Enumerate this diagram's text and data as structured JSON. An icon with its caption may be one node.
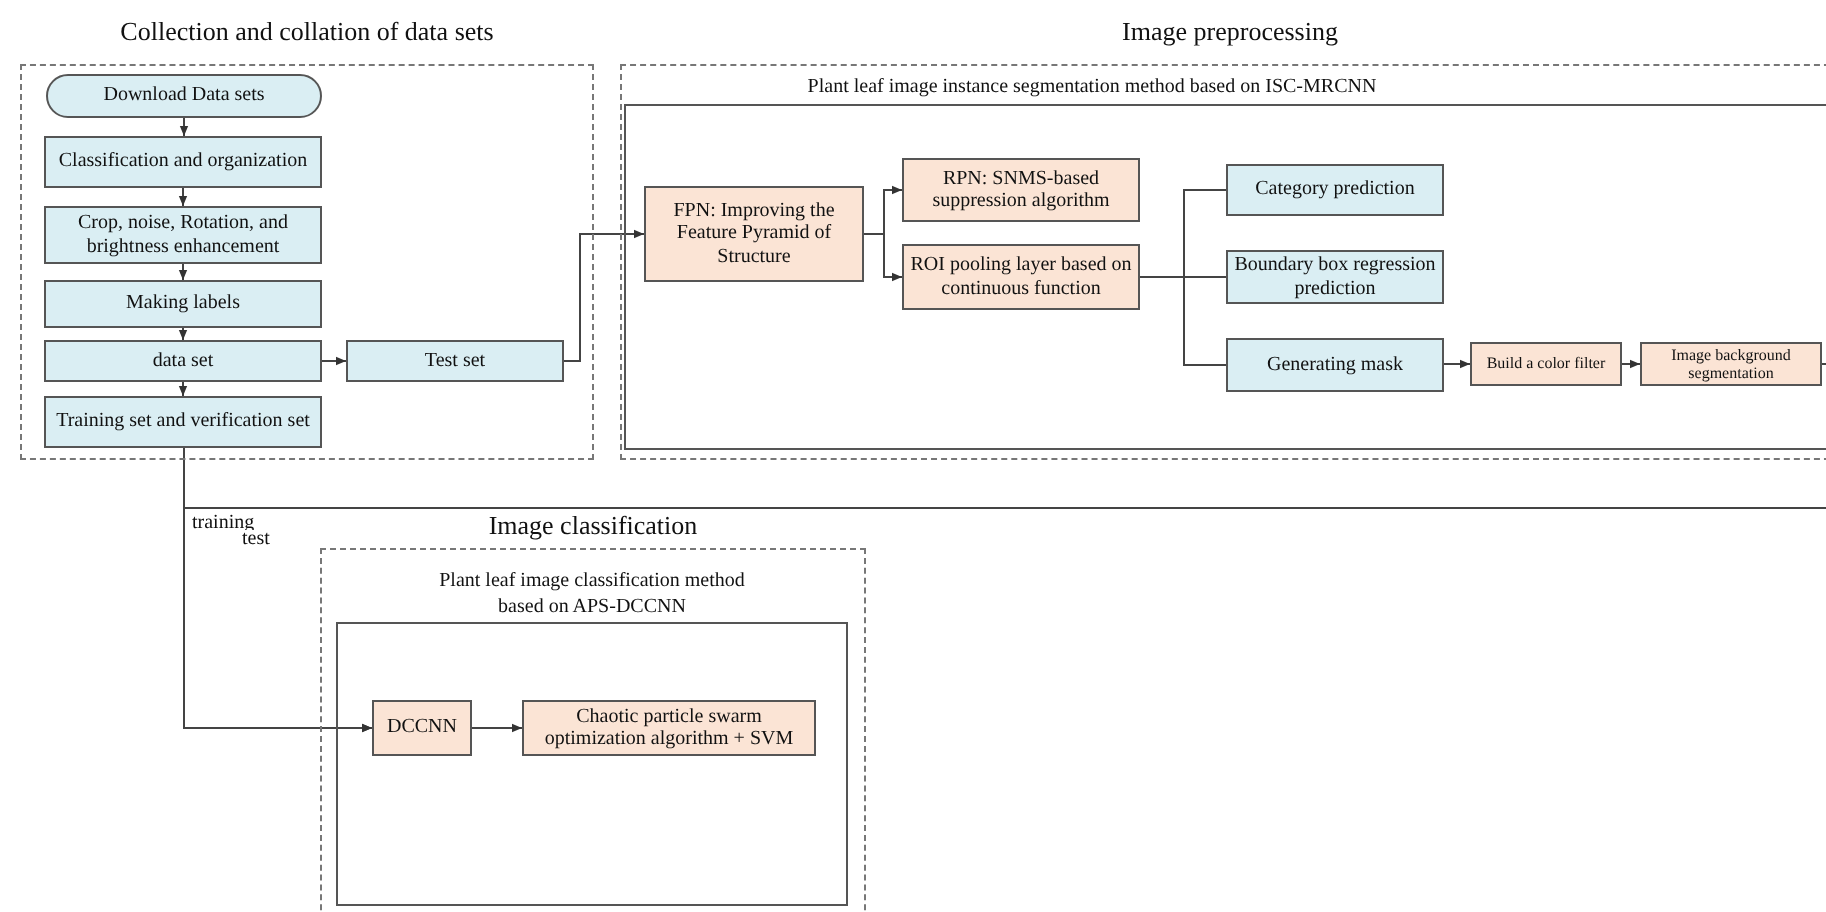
{
  "diagram": {
    "nodes": [
      {
        "text": [
          "Collection and collation of data sets"
        ]
      },
      {
        "text": [
          "Download Data sets"
        ],
        "in": 0
      },
      {
        "text": [
          "Classification and organization"
        ],
        "in": 0
      },
      {
        "text": [
          "Crop,  noise, Rotation, and brightness enhancement"
        ],
        "in": 0
      },
      {
        "text": [
          "Making labels"
        ],
        "in": 0
      },
      {
        "text": [
          "data set"
        ],
        "in": 0
      },
      {
        "text": [
          "Test set"
        ],
        "in": 0
      },
      {
        "text": [
          "Training set and verification set"
        ],
        "in": 0
      },
      {
        "text": [
          "Image preprocessing"
        ]
      },
      {
        "text": [
          "Plant leaf image instance segmentation method based on ISC-MRCNN"
        ],
        "in": 8
      },
      {
        "text": [
          "FPN: Improving the Feature Pyramid of Structure"
        ],
        "in": 9
      },
      {
        "text": [
          "RPN: SNMS-based suppression algorithm"
        ],
        "in": 9
      },
      {
        "text": [
          "ROI pooling layer based on continuous function"
        ],
        "in": 9
      },
      {
        "text": [
          "Category prediction"
        ],
        "in": 9
      },
      {
        "text": [
          "Boundary box regression prediction"
        ],
        "in": 9
      },
      {
        "text": [
          "Generating mask"
        ],
        "in": 9
      },
      {
        "text": [
          "Build a color filter"
        ],
        "in": 9
      },
      {
        "text": [
          "Image background segmentation"
        ],
        "in": 9
      },
      {
        "text": [
          "Image classification"
        ]
      },
      {
        "text": [
          "Plant leaf image classification method based on APS-DCCNN"
        ],
        "in": 18
      },
      {
        "text": [
          "DCCNN"
        ],
        "in": 19
      },
      {
        "text": [
          "Chaotic particle swarm optimization algorithm + SVM"
        ],
        "in": 19
      }
    ],
    "edges": [
      {
        "from": 1,
        "to": 2,
        "arrow": "to"
      },
      {
        "from": 2,
        "to": 3,
        "arrow": "to"
      },
      {
        "from": 3,
        "to": 4,
        "arrow": "to"
      },
      {
        "from": 4,
        "to": 5,
        "arrow": "to"
      },
      {
        "from": 5,
        "to": 6,
        "arrow": "to"
      },
      {
        "from": 5,
        "to": 7,
        "arrow": "to"
      },
      {
        "from": 6,
        "to": 10,
        "arrow": "to"
      },
      {
        "from": 10,
        "to": 11,
        "arrow": "to"
      },
      {
        "from": 10,
        "to": 12,
        "arrow": "to"
      },
      {
        "from": 12,
        "to": 13,
        "arrow": "none"
      },
      {
        "from": 12,
        "to": 14,
        "arrow": "none"
      },
      {
        "from": 12,
        "to": 15,
        "arrow": "none"
      },
      {
        "from": 15,
        "to": 16,
        "arrow": "to"
      },
      {
        "from": 16,
        "to": 17,
        "arrow": "to"
      },
      {
        "from": 7,
        "to": 20,
        "arrow": "to",
        "label": "training"
      },
      {
        "from": 17,
        "to": 20,
        "arrow": "to",
        "label": "test"
      },
      {
        "from": 20,
        "to": 21,
        "arrow": "to"
      }
    ]
  }
}
